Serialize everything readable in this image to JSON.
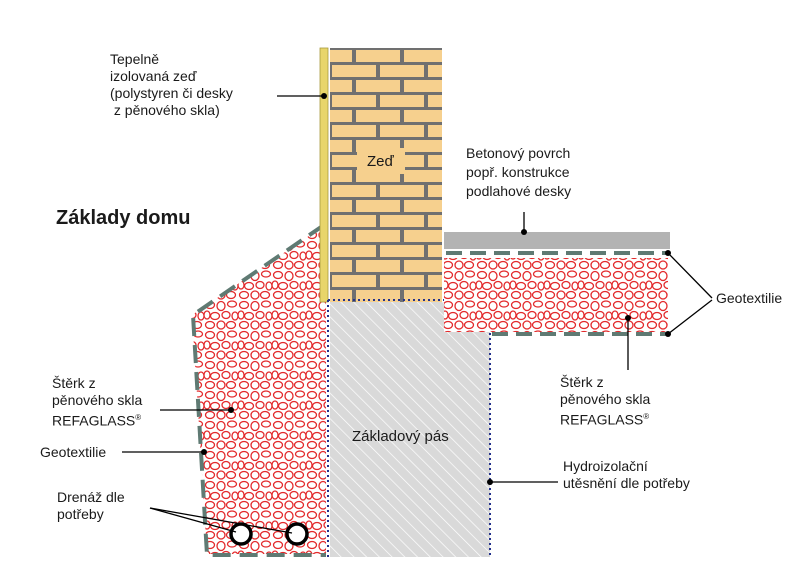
{
  "title": "Základy domu",
  "colors": {
    "brick": "#f6d08e",
    "mortar": "#707070",
    "insulation": "#e8d56a",
    "gravel": "#e3292b",
    "geotextile": "#5f7a73",
    "concrete_slab": "#b3b3b3",
    "footing": "#d9d9d9",
    "waterproofing": "#22318c"
  },
  "labels": {
    "insulated_wall": [
      "Tepelně",
      "izolovaná zeď",
      "(polystyren či desky",
      " z pěnového skla)"
    ],
    "wall": "Zeď",
    "slab": [
      "Betonový povrch",
      "popř. konstrukce",
      "podlahové desky"
    ],
    "geotextile_right": "Geotextilie",
    "gravel_right": [
      "Štěrk z",
      "pěnového skla",
      "REFAGLASS"
    ],
    "gravel_left": [
      "Štěrk z",
      "pěnového skla",
      "REFAGLASS"
    ],
    "registered": "®",
    "geotextile_left": "Geotextilie",
    "drainage": [
      "Drenáž dle",
      "potřeby"
    ],
    "footing": "Základový pás",
    "waterproofing": [
      "Hydroizolační",
      "utěsnění dle potřeby"
    ]
  },
  "icons": [
    "drain-pipe-icon",
    "drain-pipe-icon"
  ]
}
